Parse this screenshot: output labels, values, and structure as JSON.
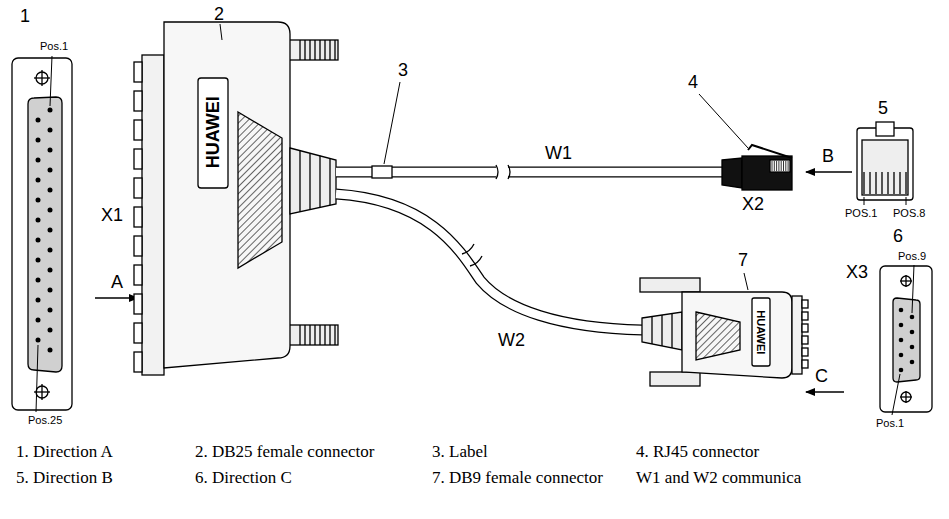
{
  "diagram": {
    "labels": [
      "1",
      "Pos.1",
      "Pos.25",
      "A",
      "2",
      "HUAWEI",
      "X1",
      "3",
      "W1",
      "4",
      "X2",
      "B",
      "5",
      "POS.1",
      "POS.8",
      "W2",
      "7",
      "HUAWEI",
      "X3",
      "C",
      "6",
      "Pos.9",
      "Pos.1",
      "1. Direction A",
      "2. DB25 female connector",
      "3. Label",
      "4. RJ45 connector",
      "5. Direction B",
      "6. Direction C",
      "7. DB9 female connector",
      "W1 and W2 communica"
    ]
  }
}
